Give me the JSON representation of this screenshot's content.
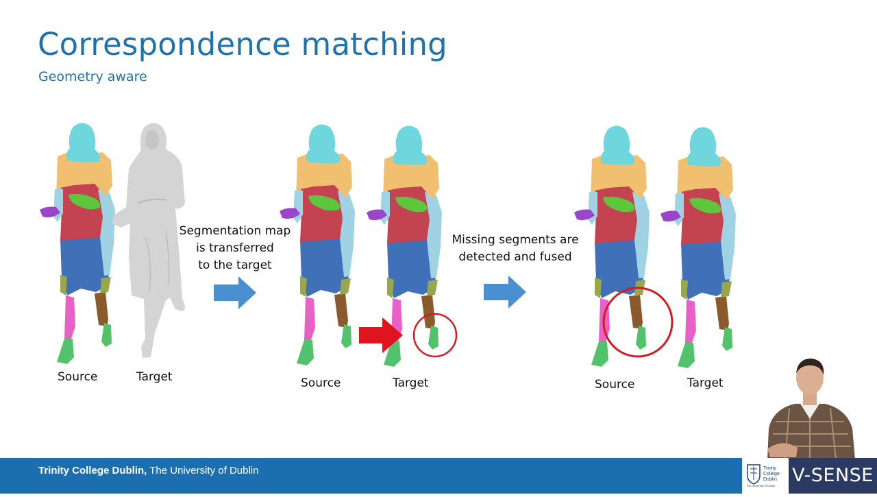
{
  "slide": {
    "title": "Correspondence matching",
    "subtitle": "Geometry aware"
  },
  "captions": {
    "g1_source": "Source",
    "g1_target": "Target",
    "g2_source": "Source",
    "g2_target": "Target",
    "g3_source": "Source",
    "g3_target": "Target"
  },
  "notes": {
    "transfer": "Segmentation map\nis transferred\nto the target",
    "missing": "Missing segments are\ndetected and fused"
  },
  "footer": {
    "institution_bold": "Trinity College Dublin,",
    "institution_rest": " The University of Dublin",
    "logo_text": "Trinity College Dublin",
    "logo_subtext": "The University of Dublin",
    "brand": "V-SENSE"
  },
  "colors": {
    "title": "#1f73ad",
    "footer_bg": "#1c6fae",
    "brand_bg": "#2a3a63",
    "head": "#6fd6dd",
    "shoulders": "#f0c070",
    "torso": "#c44350",
    "arm_right": "#9fd3e3",
    "hips": "#3f70b8",
    "hand": "#5ec63c",
    "left_hand": "#9b46c9",
    "thigh_left": "#e861c7",
    "thigh_right": "#8a5a2c",
    "foot": "#52c26c",
    "knee": "#9aa64c",
    "grey_model": "#d4d4d4",
    "arrow_blue": "#4a8fcf",
    "arrow_red": "#e0141e",
    "circle_red": "#d41a24"
  }
}
